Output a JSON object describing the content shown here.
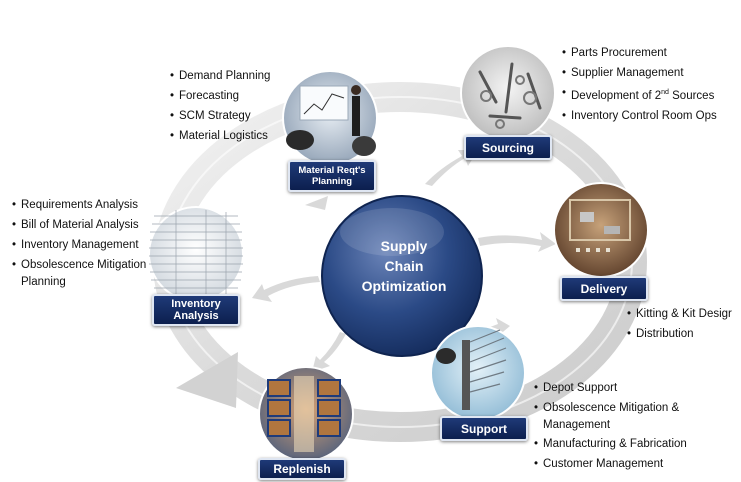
{
  "center": {
    "line1": "Supply",
    "line2": "Chain",
    "line3": "Optimization"
  },
  "nodes": [
    {
      "id": "material-reqts-planning",
      "label": "Material Reqt's Planning",
      "bullets": [
        "Demand Planning",
        "Forecasting",
        "SCM Strategy",
        "Material Logistics"
      ]
    },
    {
      "id": "sourcing",
      "label": "Sourcing",
      "bullets": [
        "Parts Procurement",
        "Supplier Management",
        "Development of 2nd Sources",
        "Inventory Control Room Ops"
      ]
    },
    {
      "id": "delivery",
      "label": "Delivery",
      "bullets": [
        "Kitting & Kit Desigr",
        "Distribution"
      ]
    },
    {
      "id": "support",
      "label": "Support",
      "bullets": [
        "Depot Support",
        "Obsolescence Mitigation & Management",
        "Manufacturing & Fabrication",
        "Customer Management"
      ]
    },
    {
      "id": "replenish",
      "label": "Replenish",
      "bullets": []
    },
    {
      "id": "inventory-analysis",
      "label": "Inventory Analysis",
      "bullets": [
        "Requirements Analysis",
        "Bill of Material Analysis",
        "Inventory Management",
        "Obsolescence Mitigation Planning"
      ]
    }
  ],
  "special": {
    "dev2_prefix": "Development of 2",
    "dev2_sup": "nd",
    "dev2_suffix": " Sources"
  },
  "colors": {
    "node_label_bg": "#13296a",
    "center_fill": "#2b4a86",
    "arrow": "#dcdcdc"
  }
}
